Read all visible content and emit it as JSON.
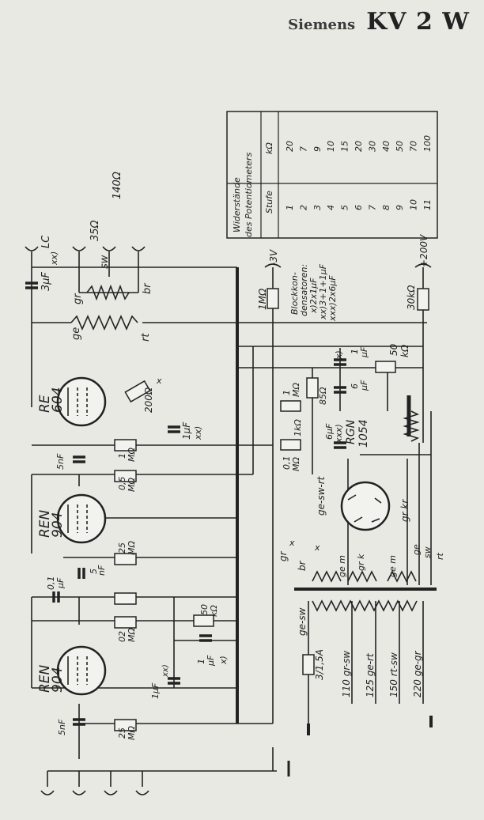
{
  "header": {
    "brand": "Siemens",
    "model": "KV 2 W"
  },
  "table": {
    "title_line1": "Widerstände",
    "title_line2": "des Potentiometers",
    "col_stufe": "Stufe",
    "col_kohm": "kΩ",
    "stufe": [
      "1",
      "2",
      "3",
      "4",
      "5",
      "6",
      "7",
      "8",
      "9",
      "10",
      "11"
    ],
    "kohm": [
      "20",
      "7",
      "9",
      "10",
      "15",
      "20",
      "30",
      "40",
      "50",
      "70",
      "100"
    ]
  },
  "labels": {
    "tube1_type": "RE",
    "tube1_num": "604",
    "tube2_type": "REN",
    "tube2_num": "904",
    "tube3_type": "REN",
    "tube3_num": "904",
    "rect_type": "RGN",
    "rect_num": "1054",
    "c_3uf": "3µF",
    "lc": "LC",
    "xx": "xx)",
    "r35": "35Ω",
    "r140": "140Ω",
    "gr": "gr",
    "sw": "sw",
    "br": "br",
    "ge": "ge",
    "rt": "rt",
    "minus3v": "-3V",
    "r1m_top": "1MΩ",
    "block1": "Blockkon-",
    "block2": "densatoren:",
    "block3": "x)2x1µF",
    "block4": "xx)3+1+1µF",
    "block5": "xxx)2x6µF",
    "plus200v": "+200V",
    "r30k": "30kΩ",
    "x_cap": "x)",
    "c1uf_a": "1",
    "uf_a": "µF",
    "r50k_a": "50",
    "kohm_a": "kΩ",
    "r1m_b": "1",
    "mohm_b": "MΩ",
    "r85": "85Ω",
    "c6uf_a": "6",
    "uf_b": "µF",
    "r200": "200Ω",
    "x_mark": "x",
    "c1uf_b": "1µF",
    "xx_b": "xx)",
    "r1k": "1kΩ",
    "c6uf_b": "6µF",
    "xxx_b": "xxx)",
    "r01m": "0,1",
    "mohm_c": "MΩ",
    "c5nf_a": "5nF",
    "r1m_c": "1",
    "mohm_d": "MΩ",
    "r05m": "0,5",
    "mohm_e": "MΩ",
    "ge_sw_rt": "ge-sw-rt",
    "gr_kr": "gr kr",
    "r25m_a": "25",
    "mohm_f": "MΩ",
    "c01uf": "0,1",
    "uf_c": "µF",
    "c5nf_b": "5",
    "nf_b": "nF",
    "gr_b": "gr",
    "x_b": "x",
    "br_b": "br",
    "x_c": "x",
    "ge_m": "ge m",
    "gr_k": "gr k",
    "ge_m2": "ge m",
    "ge_b": "ge",
    "sw_b": "sw",
    "rt_b": "rt",
    "r02m": "02",
    "mohm_g": "MΩ",
    "r50k_b": "50",
    "kohm_b": "kΩ",
    "ge_sw": "ge-sw",
    "c1uf_c": "1",
    "uf_d": "µF",
    "x_d": "x)",
    "fuse": "3/1,5A",
    "tap110": "110 gr-sw",
    "tap125": "125 ge-rt",
    "tap150": "150 rt-sw",
    "tap220": "220 ge-gr",
    "c1uf_xx": "1µF",
    "xx_c": "xx)",
    "c5nf_c": "5nF",
    "r25m_b": "25",
    "mohm_h": "MΩ"
  }
}
